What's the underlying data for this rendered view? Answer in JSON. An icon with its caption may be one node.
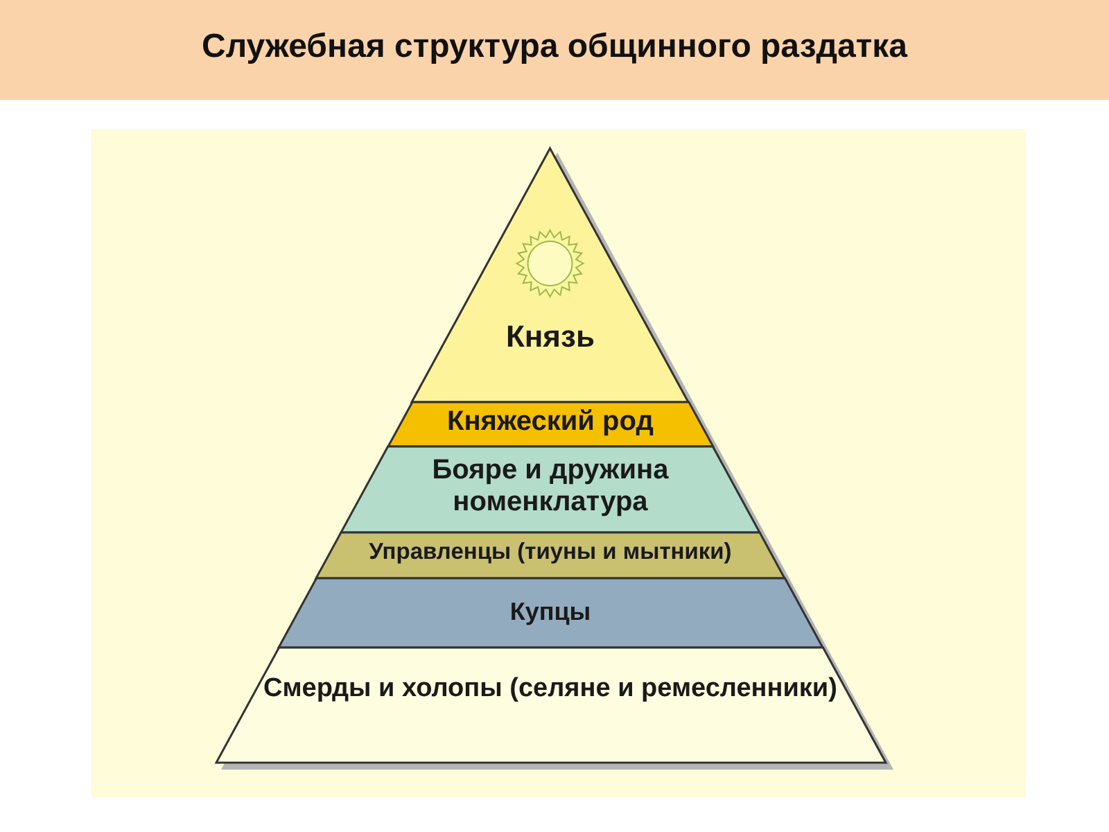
{
  "diagram": {
    "title": "Служебная структура общинного раздатка",
    "nodes": [
      {
        "text": [
          "Князь"
        ]
      },
      {
        "text": [
          "Княжеский род"
        ]
      },
      {
        "text": [
          "Бояре и дружина номенклатура"
        ]
      },
      {
        "text": [
          "Управленцы (тиуны и мытники)"
        ]
      },
      {
        "text": [
          "Купцы"
        ]
      },
      {
        "text": [
          "Смерды и холопы (селяне и ремесленники)"
        ]
      }
    ]
  }
}
